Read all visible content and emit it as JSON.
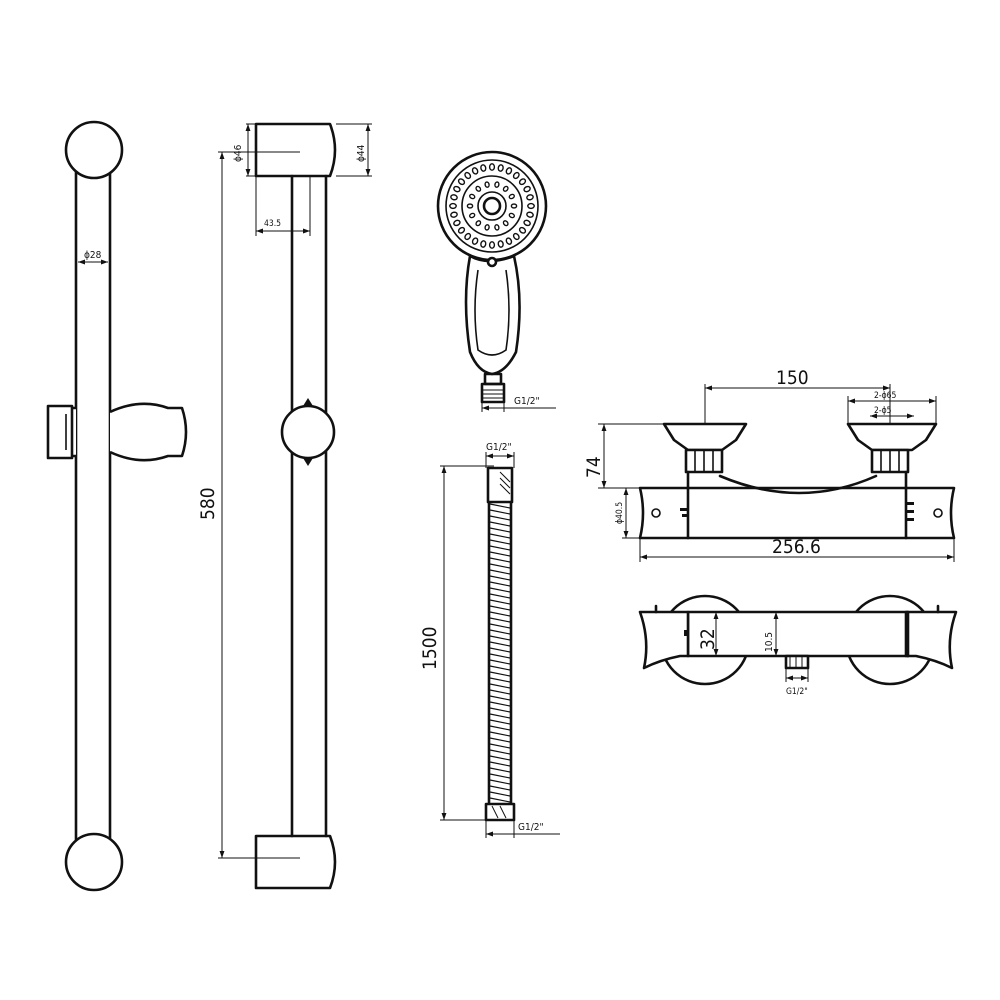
{
  "labels": {
    "rail_diameter": "ϕ28",
    "bracket_top_diameter": "ϕ46",
    "bracket_bottom_diameter": "ϕ44",
    "bracket_depth": "43.5",
    "rail_length": "580",
    "handset_thread": "G1/2\"",
    "hose_thread_top": "G1/2\"",
    "hose_length": "1500",
    "hose_thread_bottom": "G1/2\"",
    "valve_centers": "150",
    "valve_outer_diameter": "2-ϕ65",
    "valve_inner_diameter": "2-ϕ5",
    "valve_height": "74",
    "valve_body_diameter": "ϕ40.5",
    "valve_width": "256.6",
    "valve_depth": "32",
    "valve_outlet_offset": "10.5",
    "valve_outlet_thread": "G1/2\""
  },
  "colors": {
    "line": "#111111",
    "background": "#ffffff"
  }
}
